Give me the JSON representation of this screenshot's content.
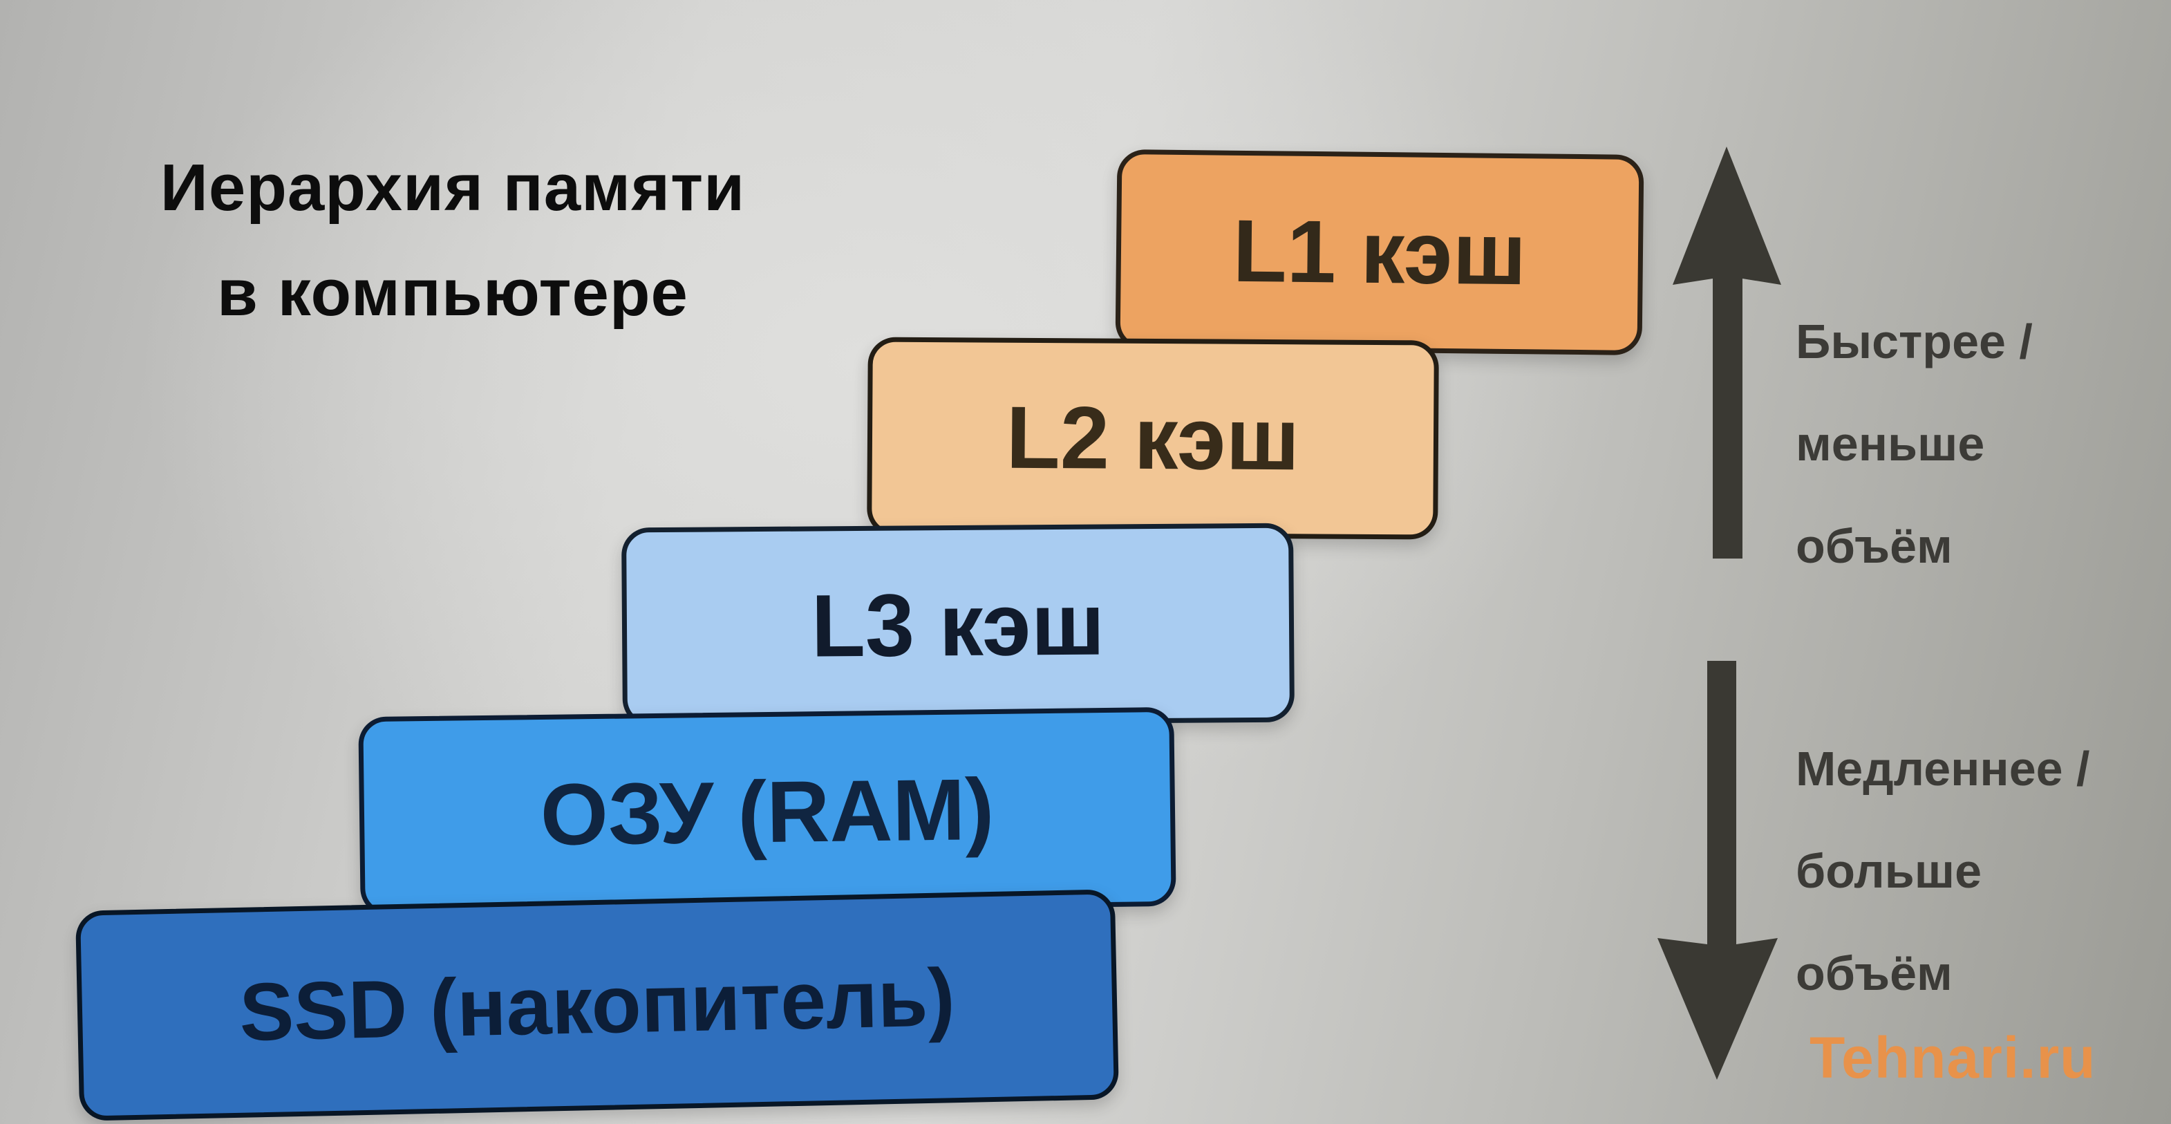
{
  "title": {
    "line1": "Иерархия памяти",
    "line2": "в компьютере"
  },
  "hierarchy": {
    "levels": [
      {
        "label": "L1 кэш",
        "fill": "#eda361",
        "border": "#2b2218",
        "text_color": "#33291a"
      },
      {
        "label": "L2 кэш",
        "fill": "#f2c695",
        "border": "#231d14",
        "text_color": "#382c1a"
      },
      {
        "label": "L3 кэш",
        "fill": "#a9ccf1",
        "border": "#13202f",
        "text_color": "#111b2c"
      },
      {
        "label": "ОЗУ (RAM)",
        "fill": "#3f9ce9",
        "border": "#0c1c33",
        "text_color": "#102541"
      },
      {
        "label": "SSD (накопитель)",
        "fill": "#2f6fbd",
        "border": "#081626",
        "text_color": "#0c1e38"
      }
    ]
  },
  "annotations": {
    "arrow_color": "#3a3933",
    "faster": {
      "line1": "Быстрее /",
      "line2": "меньше",
      "line3": "объём"
    },
    "slower": {
      "line1": "Медленнее /",
      "line2": "больше",
      "line3": "объём"
    }
  },
  "watermark": {
    "text": "Tehnari.ru",
    "color": "#e8924a"
  }
}
